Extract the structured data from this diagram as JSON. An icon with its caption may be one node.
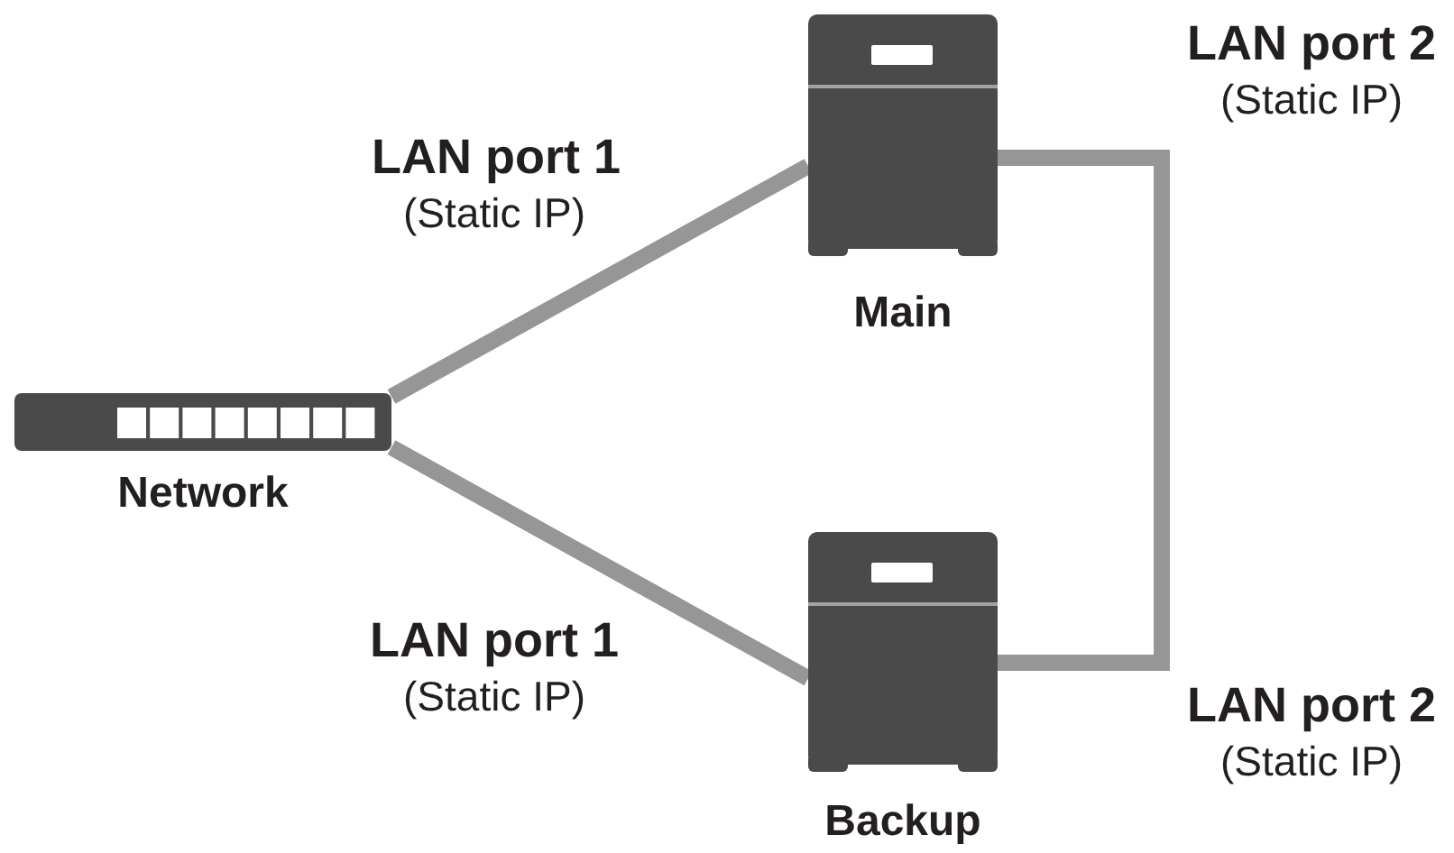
{
  "diagram": {
    "nodes": [
      {
        "text": [
          "Network"
        ]
      },
      {
        "text": [
          "Main"
        ]
      },
      {
        "text": [
          "Backup"
        ]
      }
    ],
    "edges": [
      {
        "from": 0,
        "to": 1,
        "arrow": "none"
      },
      {
        "from": 0,
        "to": 2,
        "arrow": "none"
      },
      {
        "from": 1,
        "to": 2,
        "arrow": "none"
      }
    ],
    "labels": [
      "LAN port 1",
      "(Static IP)",
      "LAN port 2",
      "(Static IP)",
      "LAN port 1",
      "(Static IP)",
      "LAN port 2",
      "(Static IP)"
    ]
  }
}
